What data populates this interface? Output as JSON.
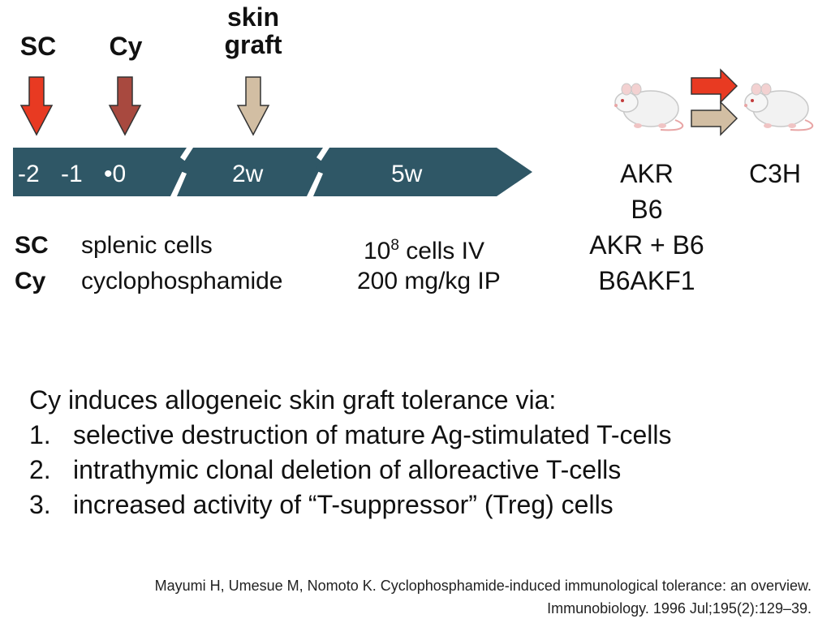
{
  "colors": {
    "timeline": "#2f5766",
    "sc_arrow": "#e83a22",
    "cy_arrow": "#a8493f",
    "graft_arrow": "#d2bea3",
    "arrow_stroke": "#333333"
  },
  "events": {
    "sc": "SC",
    "cy": "Cy",
    "graft_line1": "skin",
    "graft_line2": "graft"
  },
  "timeline": {
    "ticks": [
      "-2",
      "-1",
      "0"
    ],
    "bullet": "•",
    "week2": "2w",
    "week5": "5w"
  },
  "donors": [
    "AKR",
    "B6",
    "AKR + B6",
    "B6AKF1"
  ],
  "recipient": "C3H",
  "legend": [
    {
      "abbr": "SC",
      "meaning": "splenic cells",
      "dose_base": "10",
      "dose_exp": "8",
      "dose_rest": " cells IV"
    },
    {
      "abbr": "Cy",
      "meaning": "cyclophosphamide",
      "dose": "200 mg/kg IP"
    }
  ],
  "summary": {
    "intro": "Cy induces allogeneic skin graft tolerance via:",
    "items": [
      {
        "num": "1.",
        "text": "selective destruction of mature Ag-stimulated T-cells"
      },
      {
        "num": "2.",
        "text": "intrathymic clonal deletion of alloreactive T-cells"
      },
      {
        "num": "3.",
        "text": "increased activity of “T-suppressor” (Treg) cells"
      }
    ]
  },
  "reference": {
    "line1": "Mayumi H, Umesue M, Nomoto K. Cyclophosphamide-induced immunological tolerance: an overview.",
    "line2": "Immunobiology. 1996 Jul;195(2):129–39."
  }
}
